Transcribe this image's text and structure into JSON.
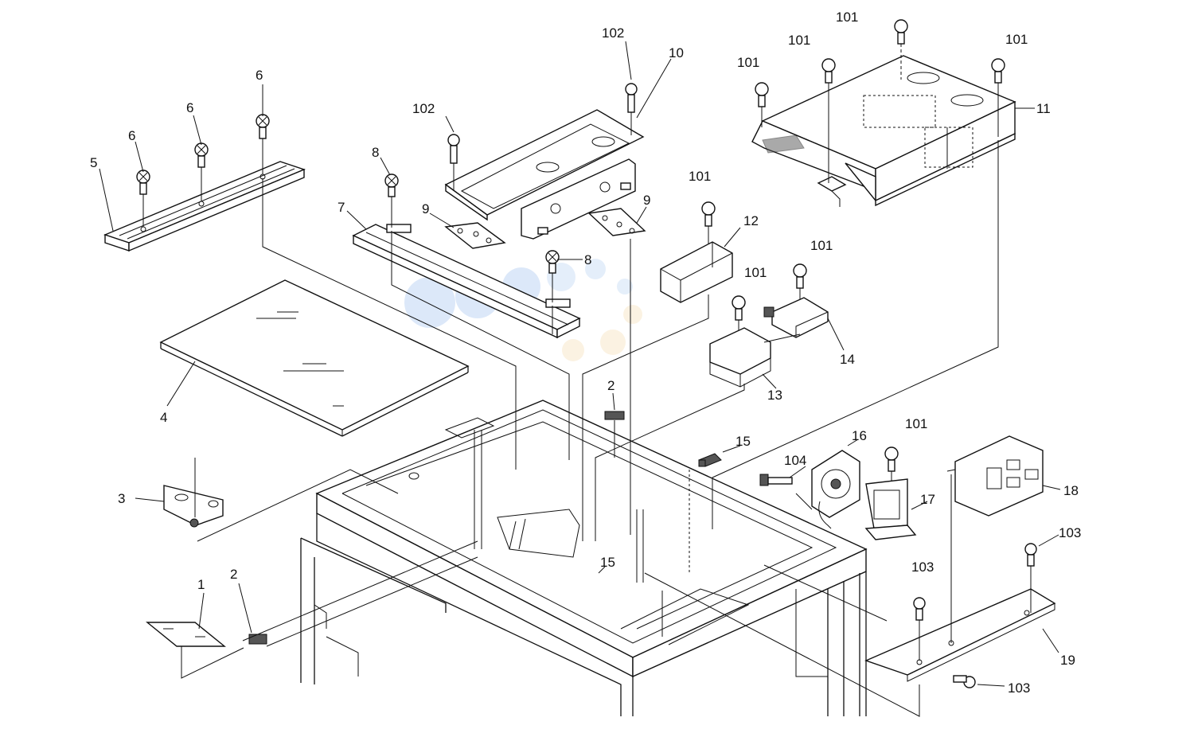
{
  "callouts": [
    {
      "id": "c1",
      "text": "1"
    },
    {
      "id": "c2a",
      "text": "2"
    },
    {
      "id": "c2b",
      "text": "2"
    },
    {
      "id": "c3",
      "text": "3"
    },
    {
      "id": "c4",
      "text": "4"
    },
    {
      "id": "c5",
      "text": "5"
    },
    {
      "id": "c6a",
      "text": "6"
    },
    {
      "id": "c6b",
      "text": "6"
    },
    {
      "id": "c6c",
      "text": "6"
    },
    {
      "id": "c7",
      "text": "7"
    },
    {
      "id": "c8a",
      "text": "8"
    },
    {
      "id": "c8b",
      "text": "8"
    },
    {
      "id": "c9a",
      "text": "9"
    },
    {
      "id": "c9b",
      "text": "9"
    },
    {
      "id": "c10",
      "text": "10"
    },
    {
      "id": "c11",
      "text": "11"
    },
    {
      "id": "c12",
      "text": "12"
    },
    {
      "id": "c13",
      "text": "13"
    },
    {
      "id": "c14",
      "text": "14"
    },
    {
      "id": "c15a",
      "text": "15"
    },
    {
      "id": "c15b",
      "text": "15"
    },
    {
      "id": "c16",
      "text": "16"
    },
    {
      "id": "c17",
      "text": "17"
    },
    {
      "id": "c18",
      "text": "18"
    },
    {
      "id": "c19",
      "text": "19"
    },
    {
      "id": "c101a",
      "text": "101"
    },
    {
      "id": "c101b",
      "text": "101"
    },
    {
      "id": "c101c",
      "text": "101"
    },
    {
      "id": "c101d",
      "text": "101"
    },
    {
      "id": "c101e",
      "text": "101"
    },
    {
      "id": "c101f",
      "text": "101"
    },
    {
      "id": "c101g",
      "text": "101"
    },
    {
      "id": "c101h",
      "text": "101"
    },
    {
      "id": "c102a",
      "text": "102"
    },
    {
      "id": "c102b",
      "text": "102"
    },
    {
      "id": "c103a",
      "text": "103"
    },
    {
      "id": "c103b",
      "text": "103"
    },
    {
      "id": "c103c",
      "text": "103"
    },
    {
      "id": "c104",
      "text": "104"
    }
  ]
}
